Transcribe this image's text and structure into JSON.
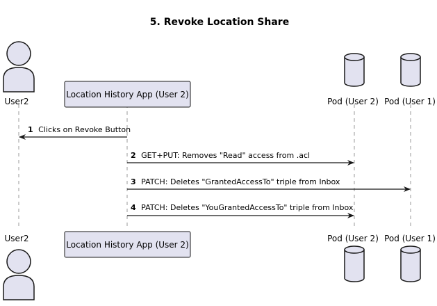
{
  "title": "5. Revoke Location Share",
  "participants": {
    "user2": "User2",
    "app": "Location History App (User 2)",
    "pod2": "Pod (User 2)",
    "pod1": "Pod (User 1)"
  },
  "messages": [
    {
      "num": "1",
      "text": "Clicks on Revoke Button"
    },
    {
      "num": "2",
      "text": "GET+PUT: Removes \"Read\" access from .acl"
    },
    {
      "num": "3",
      "text": "PATCH: Deletes \"GrantedAccessTo\" triple from Inbox"
    },
    {
      "num": "4",
      "text": "PATCH: Deletes \"YouGrantedAccessTo\" triple from Inbox"
    }
  ],
  "colors": {
    "participant_fill": "#e2e2f0",
    "border": "#181818",
    "lifeline": "#999999"
  }
}
